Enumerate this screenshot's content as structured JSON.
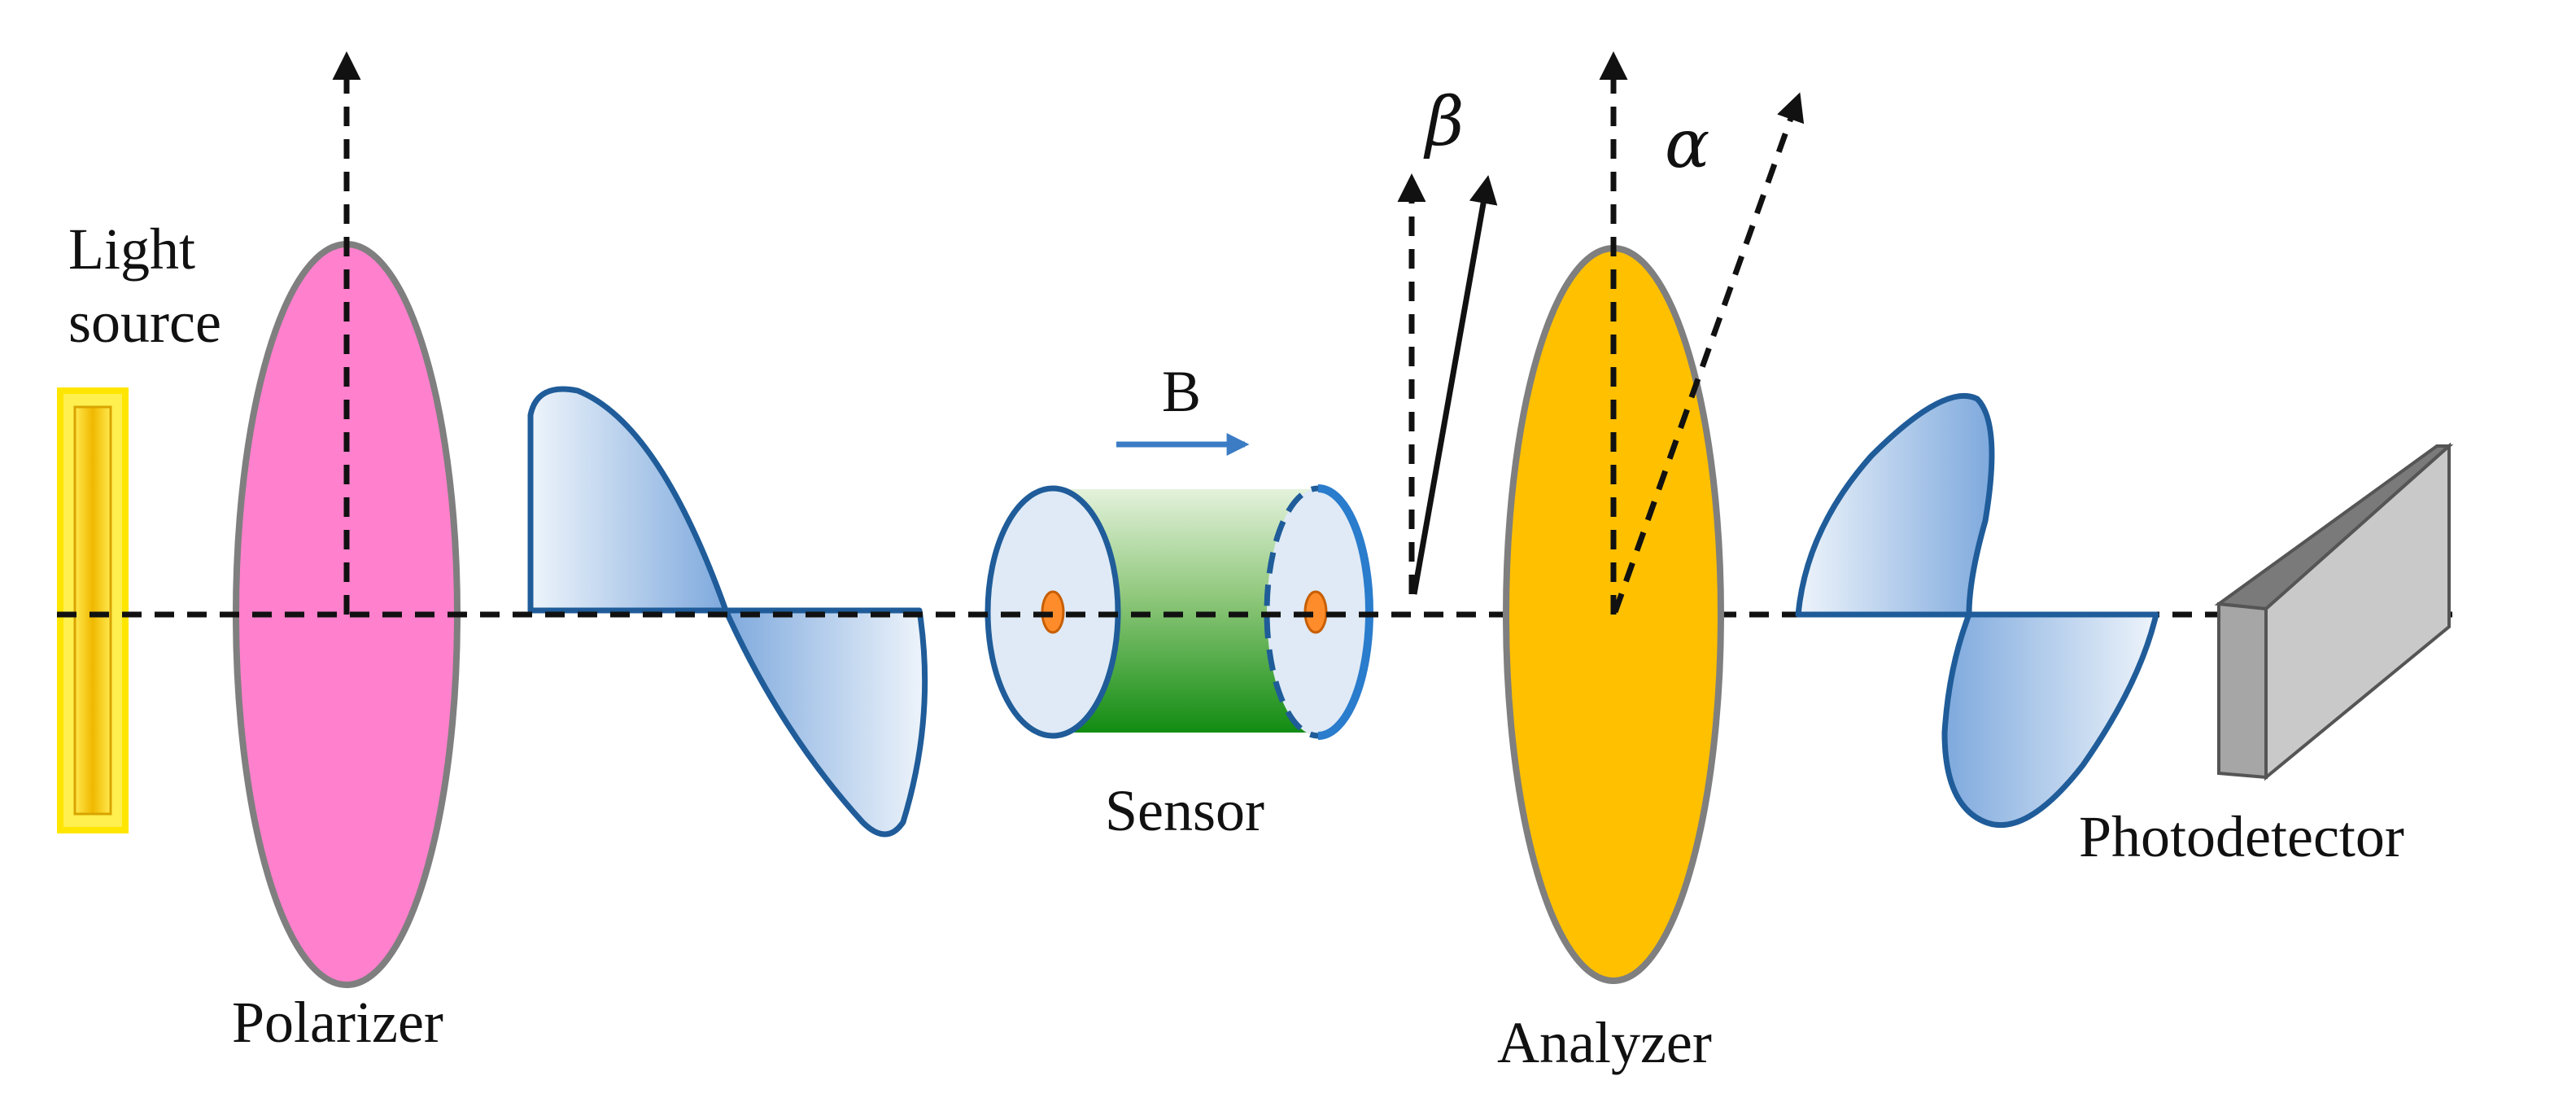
{
  "labels": {
    "light_source_line1": "Light",
    "light_source_line2": "source",
    "polarizer": "Polarizer",
    "field": "B",
    "sensor": "Sensor",
    "beta": "β",
    "alpha": "α",
    "analyzer": "Analyzer",
    "photodetector": "Photodetector"
  },
  "colors": {
    "light_source": "#ffd000",
    "polarizer": "#ff80cc",
    "analyzer": "#ffc000",
    "wave": "#1f5c99",
    "field_arrow": "#3b7cc4",
    "sensor": "#2e8b2e",
    "photodetector": "#a6a6a6"
  }
}
